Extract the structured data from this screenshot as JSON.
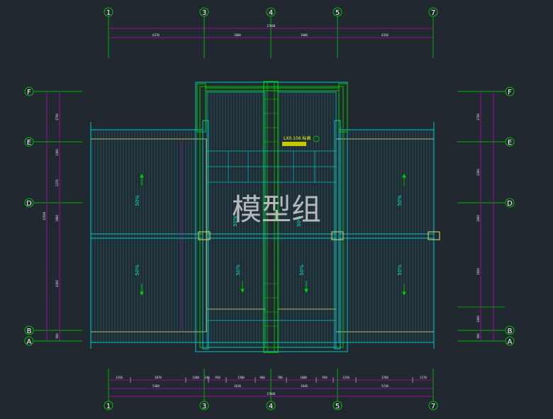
{
  "axes": {
    "vertical": [
      "1",
      "3",
      "4",
      "5",
      "7"
    ],
    "horizontal": [
      "F",
      "E",
      "D",
      "B",
      "A"
    ]
  },
  "top_dims": {
    "total": "17600",
    "segments": [
      "6370",
      "3600",
      "3600",
      "6350"
    ]
  },
  "bottom_dims": {
    "detail": [
      "1150",
      "3070",
      "1100",
      "240",
      "950",
      "1500",
      "960",
      "780",
      "1600",
      "950",
      "1150",
      "3760",
      "1170"
    ],
    "mid": [
      "5360",
      "3610",
      "3640",
      "5210"
    ],
    "total": "17600"
  },
  "left_dims": {
    "outer": [
      "3700",
      "1300",
      "2270",
      "1800",
      "4300",
      "900"
    ],
    "total": "12500"
  },
  "right_dims": {
    "outer": [
      "3700",
      "3300",
      "1800",
      "3600",
      "1000",
      "900"
    ]
  },
  "slopes": [
    "50%",
    "50%",
    "50%",
    "50%",
    "50%",
    "50%",
    "50%",
    "50%"
  ],
  "note_label": "LX0.106 标高",
  "watermark": "模型组",
  "colors": {
    "background": "#212830",
    "axis": "#00c000",
    "dimension": "#c000c0",
    "roof": "#00c8c8",
    "ridge": "#ffff60",
    "grid": "#00bfbf"
  }
}
